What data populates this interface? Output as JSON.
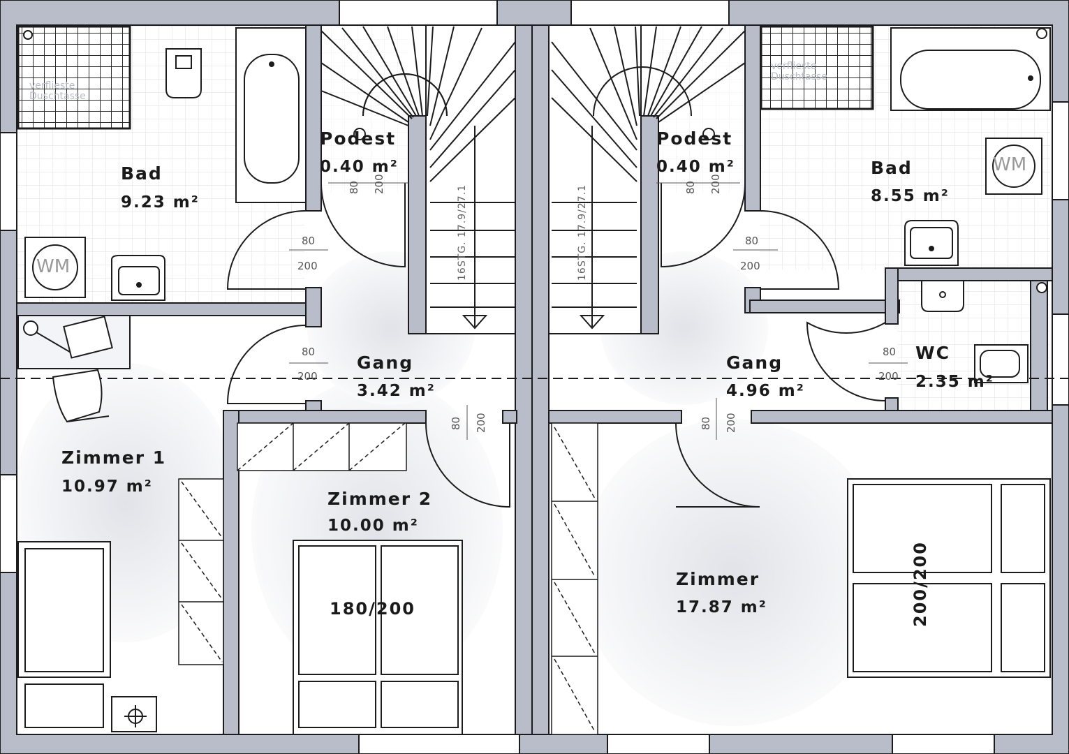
{
  "rooms": [
    {
      "id": "bad_left",
      "name": "Bad",
      "area": "9.23 m²"
    },
    {
      "id": "podest_left",
      "name": "Podest",
      "area": "0.40 m²"
    },
    {
      "id": "podest_right",
      "name": "Podest",
      "area": "0.40 m²"
    },
    {
      "id": "bad_right",
      "name": "Bad",
      "area": "8.55 m²"
    },
    {
      "id": "gang_left",
      "name": "Gang",
      "area": "3.42 m²"
    },
    {
      "id": "gang_right",
      "name": "Gang",
      "area": "4.96 m²"
    },
    {
      "id": "wc",
      "name": "WC",
      "area": "2.35 m²"
    },
    {
      "id": "zimmer1",
      "name": "Zimmer 1",
      "area": "10.97 m²"
    },
    {
      "id": "zimmer2",
      "name": "Zimmer 2",
      "area": "10.00 m²"
    },
    {
      "id": "zimmer",
      "name": "Zimmer",
      "area": "17.87 m²"
    }
  ],
  "door_labels": {
    "width": "80",
    "height": "200"
  },
  "beds": {
    "double_left": "180/200",
    "double_right": "200/200"
  },
  "stairs": {
    "label": "16STG. 17.9/27.1"
  },
  "fixtures": {
    "washer": "WM",
    "shower": "verflieste Duschtasse"
  }
}
